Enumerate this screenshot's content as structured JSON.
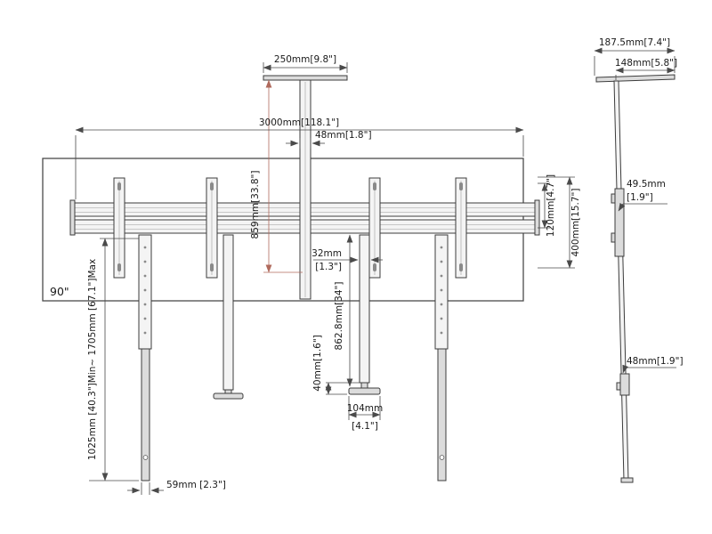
{
  "front": {
    "dim_plate_width": "250mm[9.8\"]",
    "dim_total_width": "3000mm[118.1\"]",
    "dim_pole_width": "48mm[1.8\"]",
    "dim_pole_height": "859mm[33.8\"]",
    "dim_rail_gap": "120mm[4.7\"]",
    "dim_bracket_height": "400mm[15.7\"]",
    "dim_drop_pole_width_1": "32mm",
    "dim_drop_pole_width_2": "[1.3\"]",
    "dim_drop_pole_length": "862.8mm[34\"]",
    "dim_foot_height": "40mm[1.6\"]",
    "dim_foot_width_1": "104mm",
    "dim_foot_width_2": "[4.1\"]",
    "screen_size_label": "90\"",
    "dim_height_range": "1025mm [40.3\"]Min~ 1705mm [67.1\"]Max",
    "dim_leg_width": "59mm [2.3\"]"
  },
  "side": {
    "dim_depth_total": "187.5mm[7.4\"]",
    "dim_depth_front": "148mm[5.8\"]",
    "dim_offset_1": "49.5mm",
    "dim_offset_2": "[1.9\"]",
    "dim_clamp": "48mm[1.9\"]"
  },
  "colors": {
    "structure": "#3c3c3c",
    "fill_light": "#f4f4f4",
    "dim_line": "#4a4a4a",
    "dim_accent": "#b06a5c",
    "text": "#1a1a1a"
  }
}
